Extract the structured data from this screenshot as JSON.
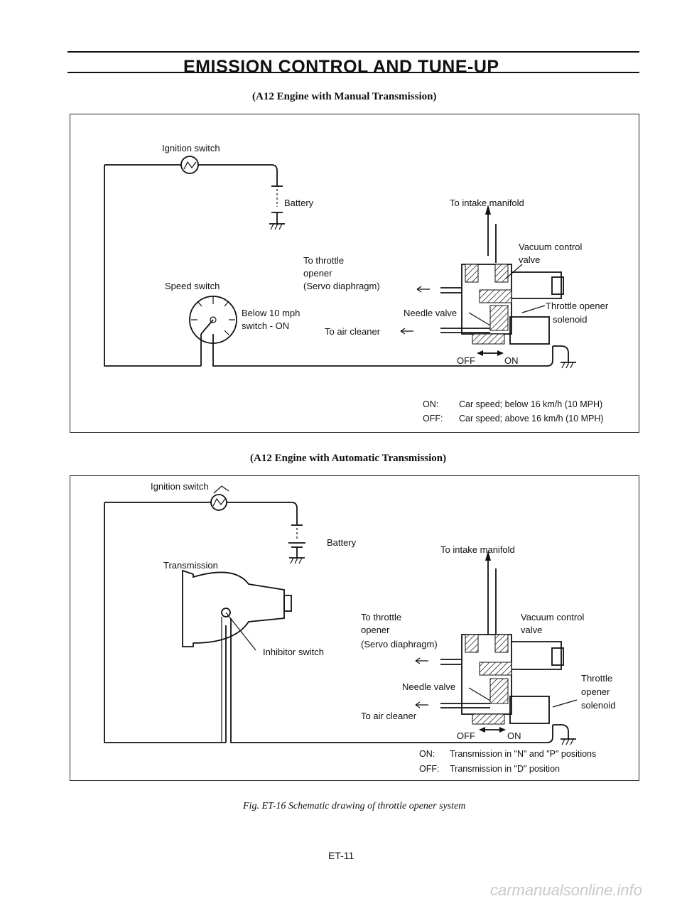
{
  "header": {
    "title": "EMISSION CONTROL AND TUNE-UP"
  },
  "manual": {
    "title": "(A12 Engine with Manual Transmission)",
    "ignition_switch": "Ignition switch",
    "battery": "Battery",
    "speed_switch": "Speed switch",
    "speed_switch_note_1": "Below 10 mph",
    "speed_switch_note_2": "switch - ON",
    "to_intake_manifold": "To intake manifold",
    "vacuum_control_1": "Vacuum control",
    "vacuum_control_2": "valve",
    "to_throttle_1": "To throttle",
    "to_throttle_2": "opener",
    "to_throttle_3": "(Servo diaphragm)",
    "needle_valve": "Needle valve",
    "to_air_cleaner": "To air cleaner",
    "throttle_opener_1": "Throttle opener",
    "throttle_opener_2": "solenoid",
    "off": "OFF",
    "on": "ON",
    "note_on_key": "ON:",
    "note_on_text": "Car speed; below 16 km/h (10 MPH)",
    "note_off_key": "OFF:",
    "note_off_text": "Car speed; above 16 km/h (10 MPH)"
  },
  "automatic": {
    "title": "(A12 Engine with Automatic Transmission)",
    "ignition_switch": "Ignition switch",
    "battery": "Battery",
    "transmission": "Transmission",
    "inhibitor_switch": "Inhibitor switch",
    "to_intake_manifold": "To intake manifold",
    "vacuum_control_1": "Vacuum control",
    "vacuum_control_2": "valve",
    "to_throttle_1": "To throttle",
    "to_throttle_2": "opener",
    "to_throttle_3": "(Servo diaphragm)",
    "needle_valve": "Needle valve",
    "to_air_cleaner": "To air cleaner",
    "throttle_1": "Throttle",
    "throttle_2": "opener",
    "throttle_3": "solenoid",
    "off": "OFF",
    "on": "ON",
    "note_on_key": "ON:",
    "note_on_text": "Transmission in \"N\" and \"P\" positions",
    "note_off_key": "OFF:",
    "note_off_text": "Transmission in \"D\" position"
  },
  "caption": "Fig. ET-16 Schematic drawing of throttle opener system",
  "page_number": "ET-11",
  "watermark": "carmanualsonline.info"
}
